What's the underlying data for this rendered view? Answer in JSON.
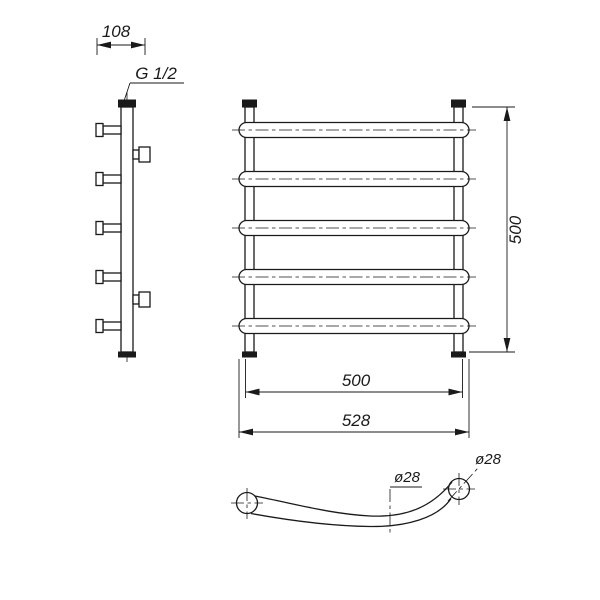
{
  "page": {
    "background": "#ffffff",
    "line_color": "#1a1a1a"
  },
  "drawing": {
    "subject": "heated-towel-rail-technical-drawing",
    "views": {
      "side_view": {
        "dim_bracket_depth": "108",
        "thread_label": "G 1/2"
      },
      "front_view": {
        "dim_height": "500",
        "dim_width_inner": "500",
        "dim_width_overall": "528"
      },
      "detail_view": {
        "dim_tube_diameter_mid": "ø28",
        "dim_tube_diameter_end": "ø28"
      }
    }
  }
}
